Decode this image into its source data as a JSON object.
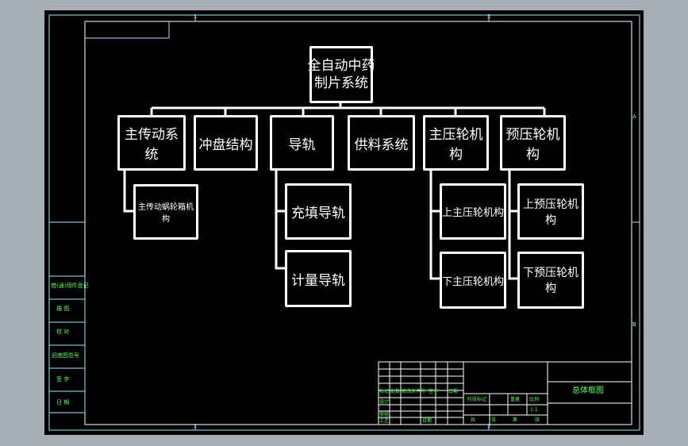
{
  "diagram": {
    "root": "全自动中药\n制片系统",
    "level1": [
      "主传动系统",
      "冲盘结构",
      "导轨",
      "供料系统",
      "主压轮机构",
      "预压轮机构"
    ],
    "sub": {
      "main_drive": [
        "主传动蜗轮箱机构"
      ],
      "rail": [
        "充填导轨",
        "计量导轨"
      ],
      "main_press": [
        "上主压轮机构",
        "下主压轮机构"
      ],
      "pre_press": [
        "上预压轮机构",
        "下预压轮机构"
      ]
    }
  },
  "frame": {
    "zone_top": [
      "1",
      "2"
    ],
    "zone_bottom": [
      "1",
      "2"
    ],
    "zone_right": [
      "A",
      "B"
    ]
  },
  "side_table": [
    "借(通)用件登记",
    "描 图",
    "校 对",
    "旧底图总号",
    "签 字",
    "日 期"
  ],
  "title_block": {
    "title": "总体框图",
    "rev_headers": [
      "标记",
      "处数",
      "更改文件号",
      "签字",
      "日期"
    ],
    "role_labels": [
      "设计",
      "审核",
      "工艺",
      "日期"
    ],
    "info_labels": [
      "阶段标记",
      "重量",
      "比例"
    ],
    "scale": "1:1",
    "sheet_labels": [
      "共",
      "张",
      "第",
      "张"
    ]
  },
  "colors": {
    "background": "#a7adb6",
    "sheet": "#000000",
    "frame": "#9fe8ff",
    "text": "#5cff5c",
    "box": "#ffffff"
  }
}
